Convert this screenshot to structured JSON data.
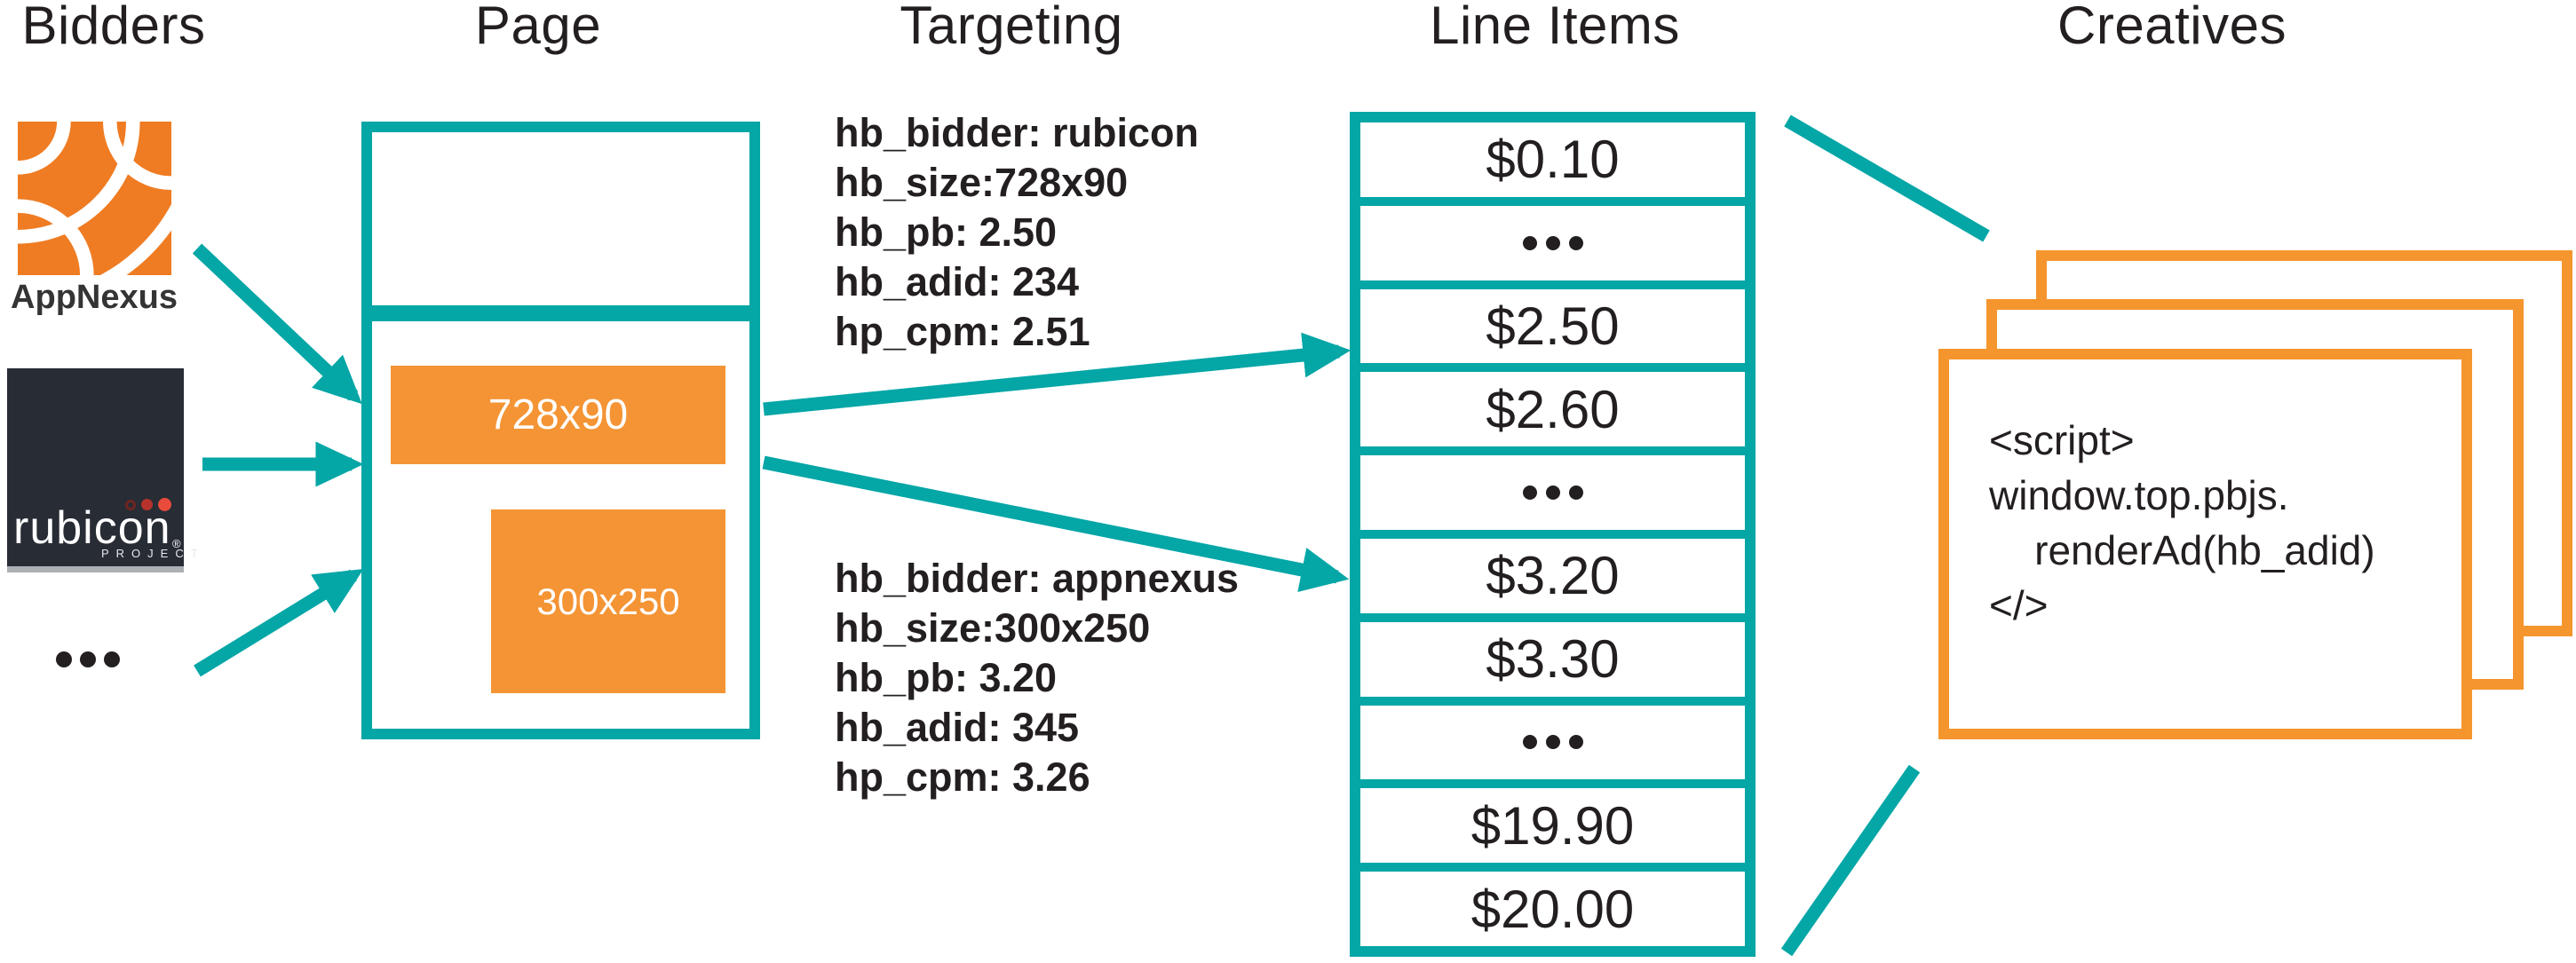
{
  "colors": {
    "teal": "#04A6A6",
    "slot_orange": "#F49434",
    "card_border_orange": "#F5952D",
    "appnexus_orange": "#EF7C23",
    "rubicon_bg": "#272C35",
    "text": "#231F20"
  },
  "headers": {
    "bidders": "Bidders",
    "page": "Page",
    "targeting": "Targeting",
    "line_items": "Line Items",
    "creatives": "Creatives"
  },
  "bidders": {
    "appnexus_label": "AppNexus",
    "rubicon": {
      "word": "rubicon",
      "reg": "®",
      "sub": "PROJECT"
    }
  },
  "page": {
    "slot_top": "728x90",
    "slot_bottom": "300x250"
  },
  "targeting_blocks": [
    {
      "lines": [
        "hb_bidder: rubicon",
        "hb_size:728x90",
        "hb_pb: 2.50",
        "hb_adid: 234",
        "hp_cpm: 2.51"
      ]
    },
    {
      "lines": [
        "hb_bidder: appnexus",
        "hb_size:300x250",
        "hb_pb: 3.20",
        "hb_adid: 345",
        "hp_cpm: 3.26"
      ]
    }
  ],
  "line_items": {
    "rows": [
      {
        "kind": "price",
        "label": "$0.10"
      },
      {
        "kind": "dots"
      },
      {
        "kind": "price",
        "label": "$2.50"
      },
      {
        "kind": "price",
        "label": "$2.60"
      },
      {
        "kind": "dots"
      },
      {
        "kind": "price",
        "label": "$3.20"
      },
      {
        "kind": "price",
        "label": "$3.30"
      },
      {
        "kind": "dots"
      },
      {
        "kind": "price",
        "label": "$19.90"
      },
      {
        "kind": "price",
        "label": "$20.00"
      }
    ]
  },
  "creatives": {
    "script_lines": [
      "<script>",
      "window.top.pbjs.",
      "    renderAd(hb_adid)",
      "</>"
    ]
  }
}
